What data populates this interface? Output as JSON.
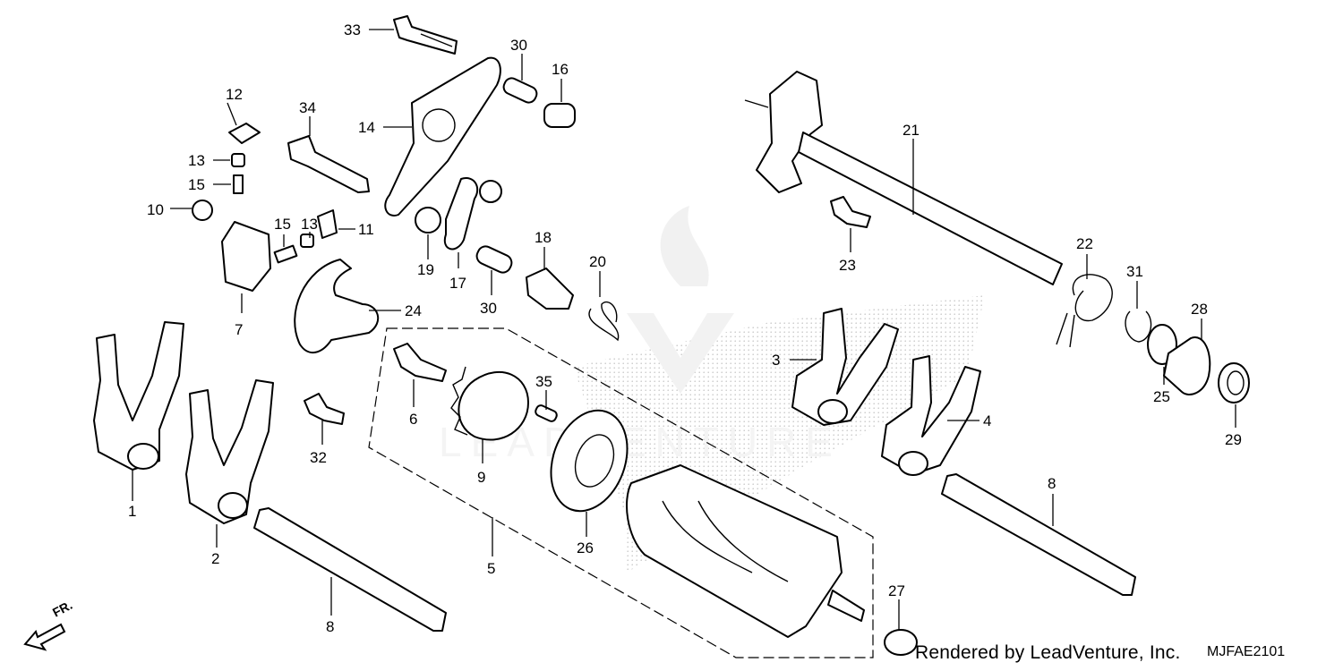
{
  "footer": {
    "credit": "Rendered by LeadVenture, Inc.",
    "diagram_code": "MJFAE2101"
  },
  "direction_marker": "FR.",
  "watermark_text": "LEADVENTURE",
  "callouts": {
    "c1": "1",
    "c2": "2",
    "c3": "3",
    "c4": "4",
    "c5": "5",
    "c6": "6",
    "c7": "7",
    "c8a": "8",
    "c8b": "8",
    "c9": "9",
    "c10": "10",
    "c11": "11",
    "c12": "12",
    "c13a": "13",
    "c13b": "13",
    "c14": "14",
    "c15a": "15",
    "c15b": "15",
    "c16": "16",
    "c17": "17",
    "c18": "18",
    "c19": "19",
    "c20": "20",
    "c21": "21",
    "c22": "22",
    "c23": "23",
    "c24": "24",
    "c25": "25",
    "c26": "26",
    "c27": "27",
    "c28": "28",
    "c29": "29",
    "c30a": "30",
    "c30b": "30",
    "c31": "31",
    "c32": "32",
    "c33": "33",
    "c34": "34",
    "c35": "35"
  }
}
